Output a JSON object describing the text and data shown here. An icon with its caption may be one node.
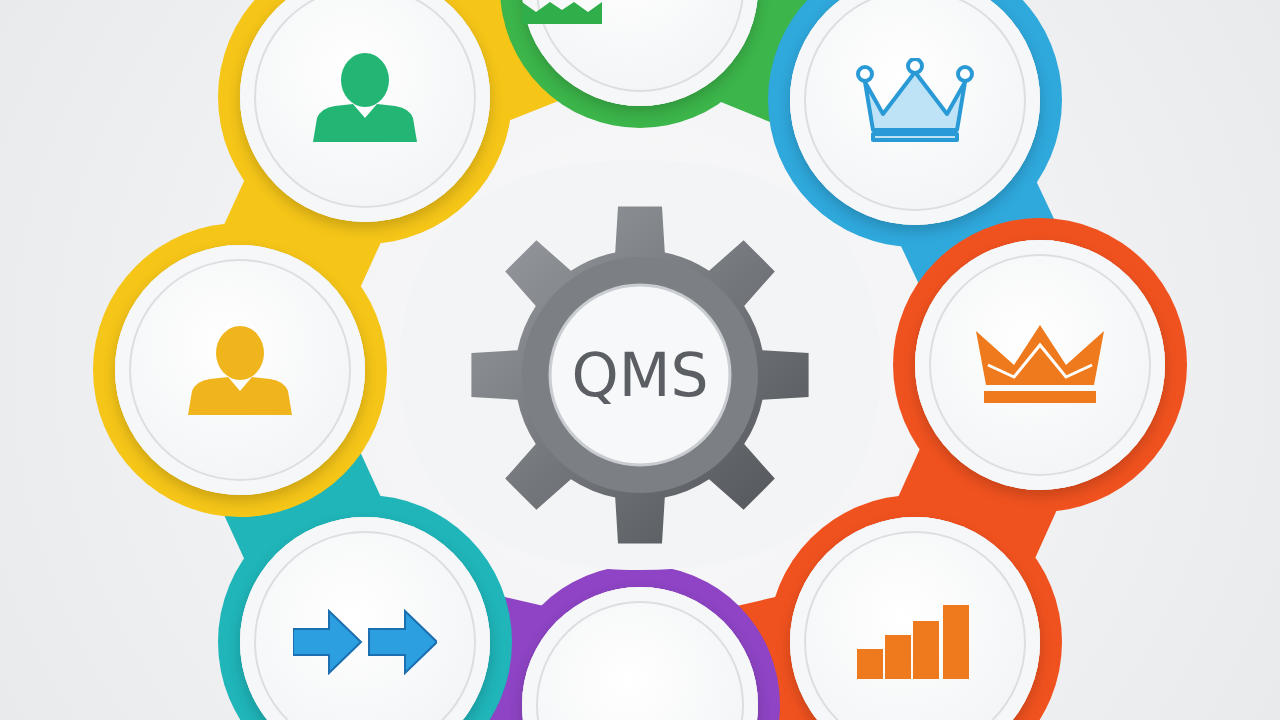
{
  "diagram": {
    "nodes": [
      {
        "text": [
          "QMS"
        ]
      },
      {
        "text": [],
        "shape": "circle"
      },
      {
        "text": [],
        "shape": "circle"
      },
      {
        "text": [],
        "shape": "circle"
      },
      {
        "text": [],
        "shape": "circle"
      },
      {
        "text": [],
        "shape": "circle"
      },
      {
        "text": [],
        "shape": "circle"
      },
      {
        "text": [],
        "shape": "circle"
      },
      {
        "text": [],
        "shape": "circle"
      }
    ]
  }
}
